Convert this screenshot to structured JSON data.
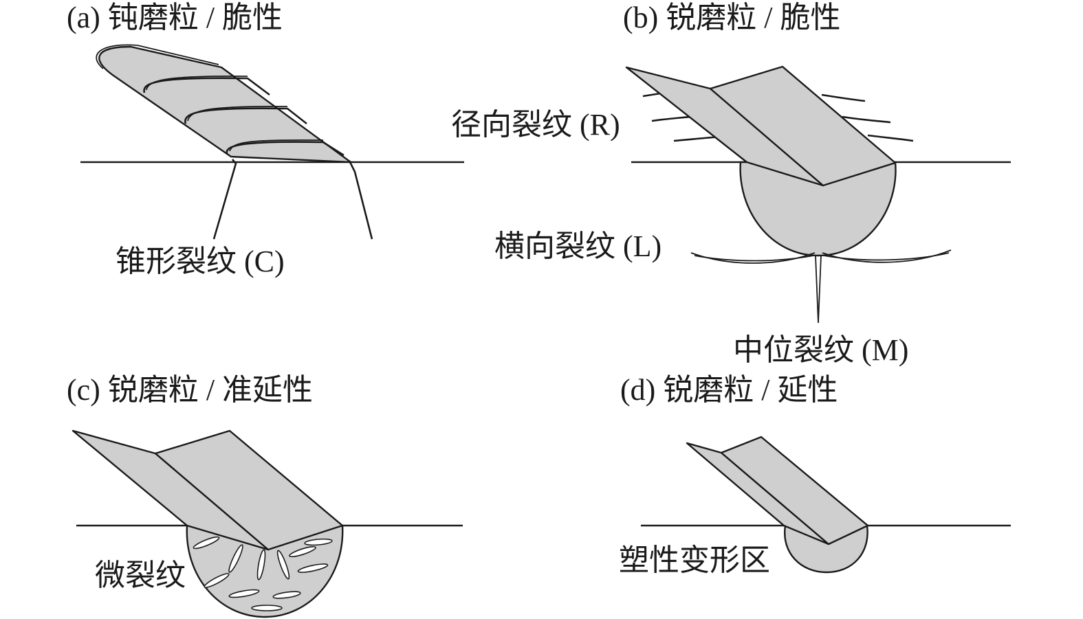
{
  "panels": {
    "a": {
      "title": "(a) 钝磨粒 / 脆性",
      "crack_label": "锥形裂纹 (C)"
    },
    "b": {
      "title": "(b) 锐磨粒 / 脆性",
      "radial_label": "径向裂纹 (R)",
      "lateral_label": "横向裂纹 (L)",
      "median_label": "中位裂纹 (M)"
    },
    "c": {
      "title": "(c) 锐磨粒 / 准延性",
      "zone_label": "微裂纹"
    },
    "d": {
      "title": "(d) 锐磨粒 / 延性",
      "zone_label": "塑性变形区"
    }
  }
}
